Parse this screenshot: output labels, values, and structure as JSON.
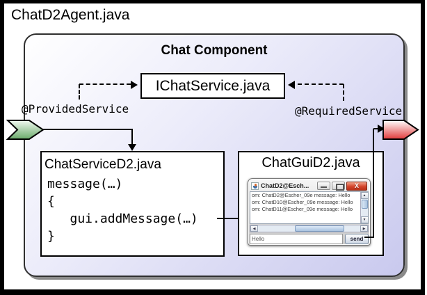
{
  "agent_title": "ChatD2Agent.java",
  "component": {
    "title": "Chat Component",
    "interface_label": "IChatService.java",
    "provided_annotation": "@ProvidedService",
    "required_annotation": "@RequiredService"
  },
  "service_box": {
    "title": "ChatServiceD2.java",
    "code_lines": [
      "message(…)",
      "{",
      "   gui.addMessage(…)",
      "}"
    ]
  },
  "gui_box": {
    "title": "ChatGuiD2.java"
  },
  "gui_window": {
    "title": "ChatD2@Esch...",
    "messages": [
      "om: ChatD2@Escher_09e message: Hello",
      "om: ChatD10@Escher_09e message: Hello",
      "om: ChatD11@Escher_09e message: Hello"
    ],
    "input_value": "Hello",
    "send_label": "send"
  },
  "icons": {
    "close": "X",
    "scroll_up": "▲",
    "scroll_down": "▼",
    "scroll_left": "◀",
    "scroll_right": "▶"
  },
  "colors": {
    "component_fill_top": "#ffffff",
    "component_fill_bottom": "#c9c9ee",
    "provided_port_green": "#74ad74",
    "required_port_red": "#e23b3b",
    "close_button_red": "#d4452c",
    "scroll_thumb_blue": "#a9c3df",
    "frame_border": "#000000"
  }
}
